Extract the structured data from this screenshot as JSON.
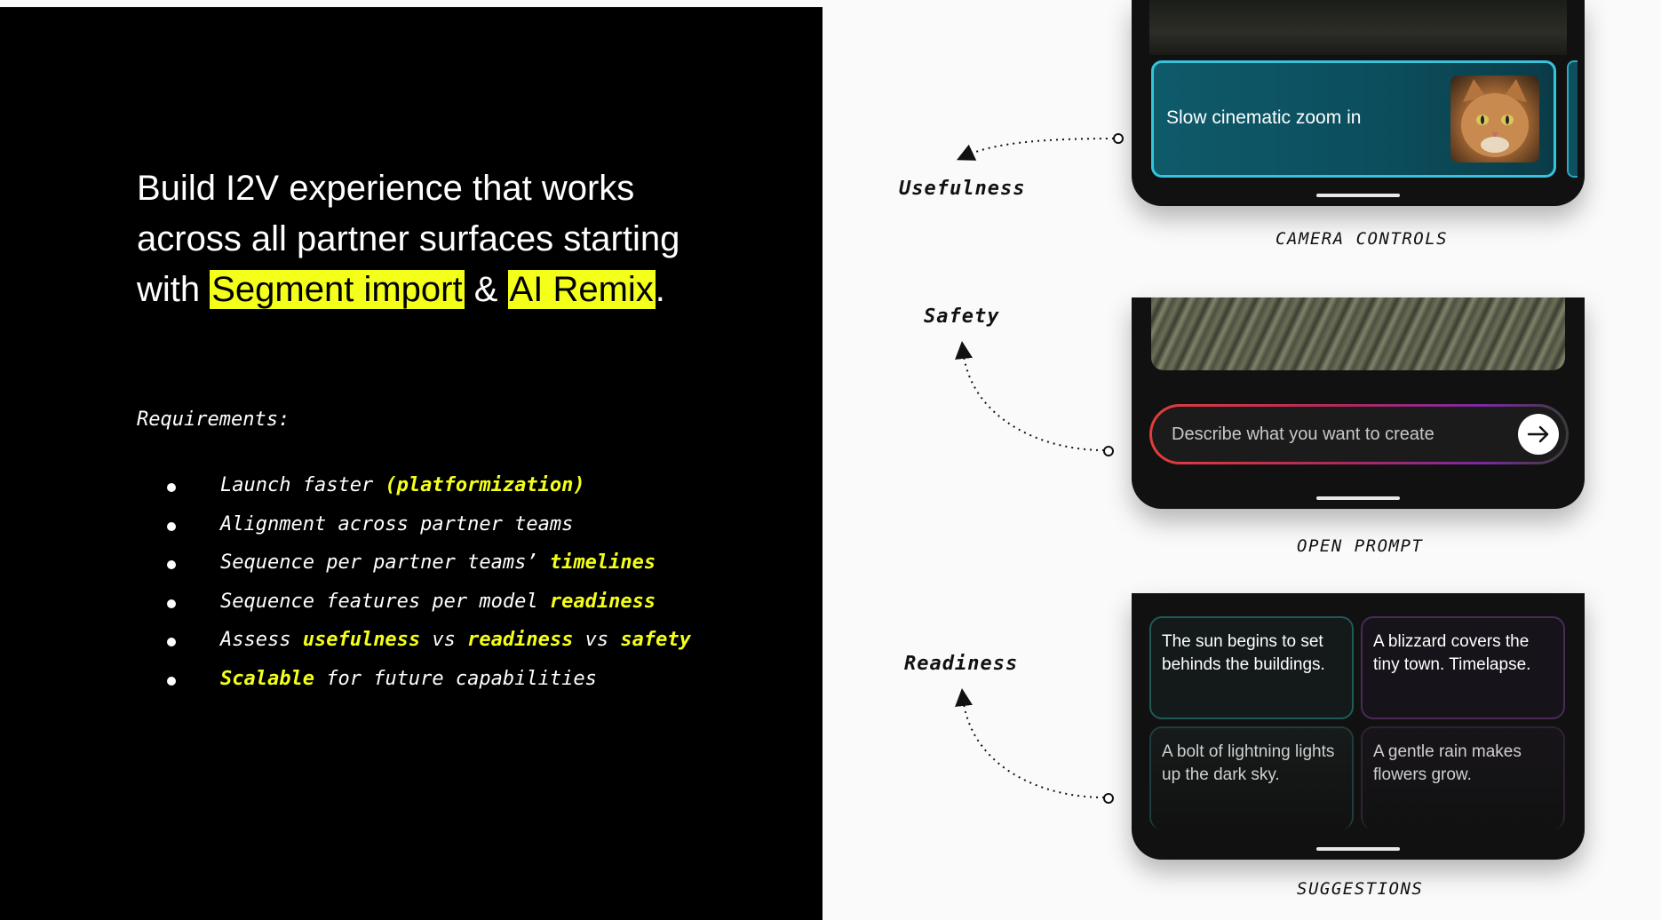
{
  "headline": {
    "line1": "Build I2V experience that works",
    "line2": "across all partner surfaces starting",
    "line3_prefix": "with ",
    "highlight1": "Segment import",
    "amp": "&",
    "highlight2": "AI Remix",
    "period": "."
  },
  "requirements": {
    "title": "Requirements:",
    "items": [
      {
        "parts": [
          {
            "t": "Launch faster ",
            "y": false
          },
          {
            "t": "(platformization)",
            "y": true
          }
        ]
      },
      {
        "parts": [
          {
            "t": "Alignment across partner teams",
            "y": false
          }
        ]
      },
      {
        "parts": [
          {
            "t": "Sequence per partner teams’ ",
            "y": false
          },
          {
            "t": "timelines",
            "y": true
          }
        ]
      },
      {
        "parts": [
          {
            "t": "Sequence features per model ",
            "y": false
          },
          {
            "t": "readiness",
            "y": true
          }
        ]
      },
      {
        "parts": [
          {
            "t": "Assess ",
            "y": false
          },
          {
            "t": "usefulness",
            "y": true
          },
          {
            "t": " vs ",
            "y": false
          },
          {
            "t": "readiness",
            "y": true
          },
          {
            "t": " vs ",
            "y": false
          },
          {
            "t": "safety",
            "y": true
          }
        ]
      },
      {
        "parts": [
          {
            "t": "Scalable",
            "y": true
          },
          {
            "t": " for future capabilities",
            "y": false
          }
        ]
      }
    ]
  },
  "labels": {
    "usefulness": "Usefulness",
    "safety": "Safety",
    "readiness": "Readiness"
  },
  "captions": {
    "camera": "CAMERA CONTROLS",
    "prompt": "OPEN PROMPT",
    "suggestions": "SUGGESTIONS"
  },
  "camera_card": {
    "text": "Slow cinematic zoom in"
  },
  "open_prompt": {
    "placeholder": "Describe what you want to create"
  },
  "suggestions": [
    "The sun begins to set behinds the buildings.",
    "A blizzard covers the tiny town. Timelapse.",
    "A bolt of lightning lights up the dark sky.",
    "A gentle rain makes flowers grow."
  ],
  "colors": {
    "highlight": "#f4ff1a",
    "left_bg": "#000000",
    "right_bg": "#fafafa"
  }
}
